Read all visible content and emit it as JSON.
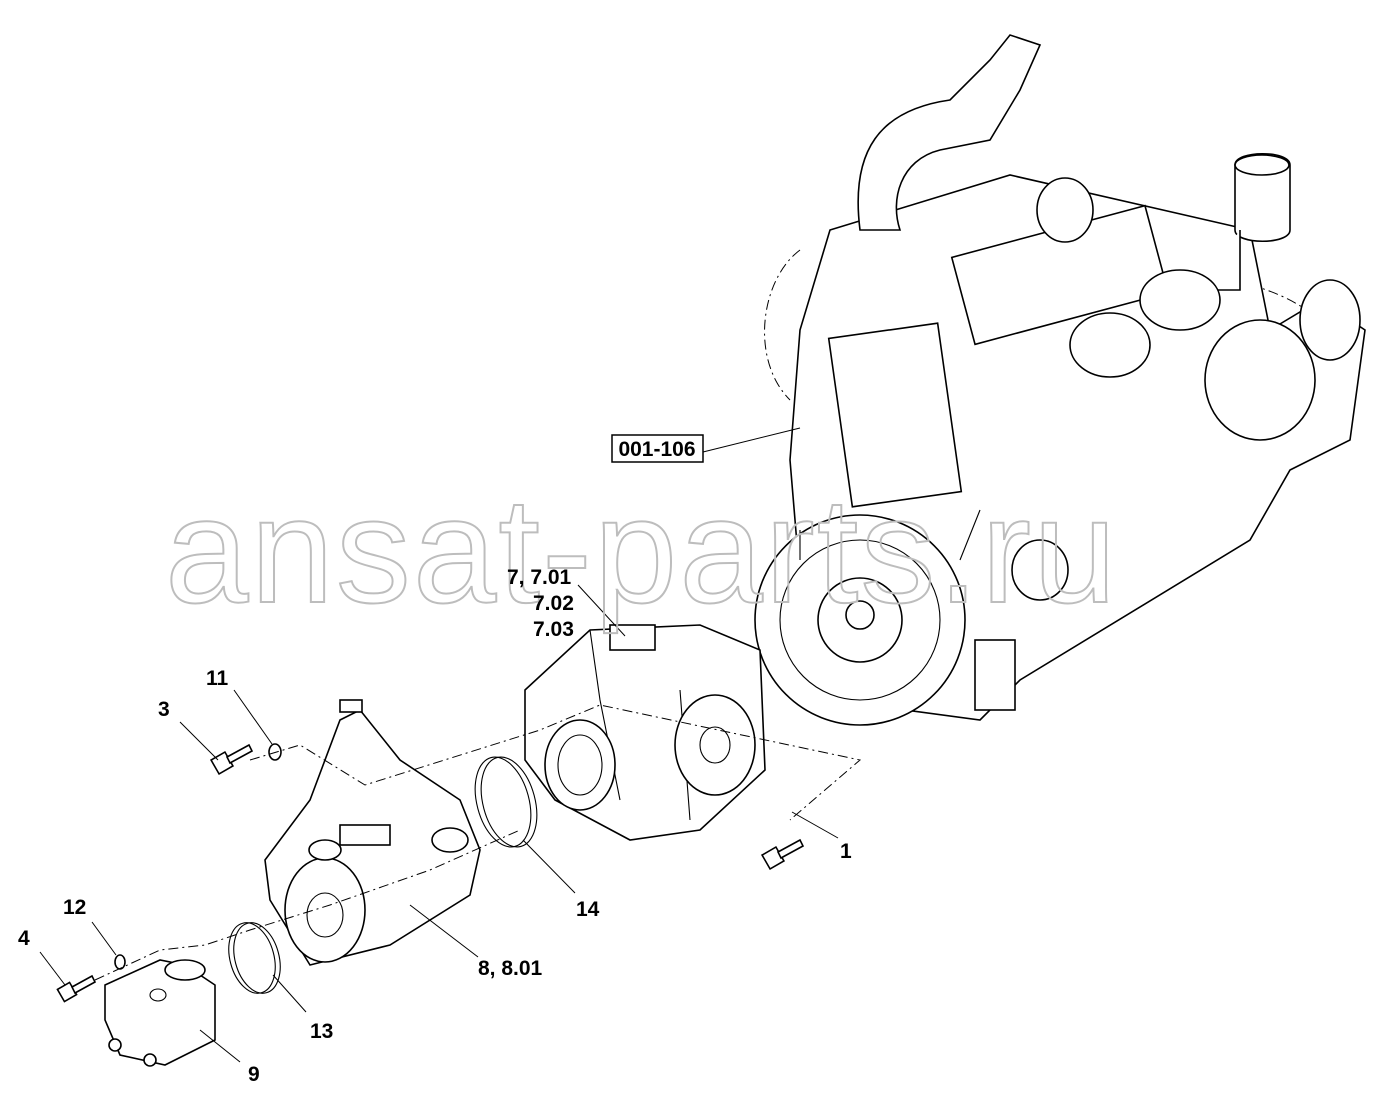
{
  "watermark": "ansat-parts.ru",
  "callouts": {
    "ref_001_106": "001-106",
    "item_7": "7, 7.01",
    "item_7_02": "7.02",
    "item_7_03": "7.03",
    "item_11": "11",
    "item_3": "3",
    "item_1": "1",
    "item_14": "14",
    "item_12": "12",
    "item_4": "4",
    "item_13": "13",
    "item_8": "8, 8.01",
    "item_9": "9"
  }
}
